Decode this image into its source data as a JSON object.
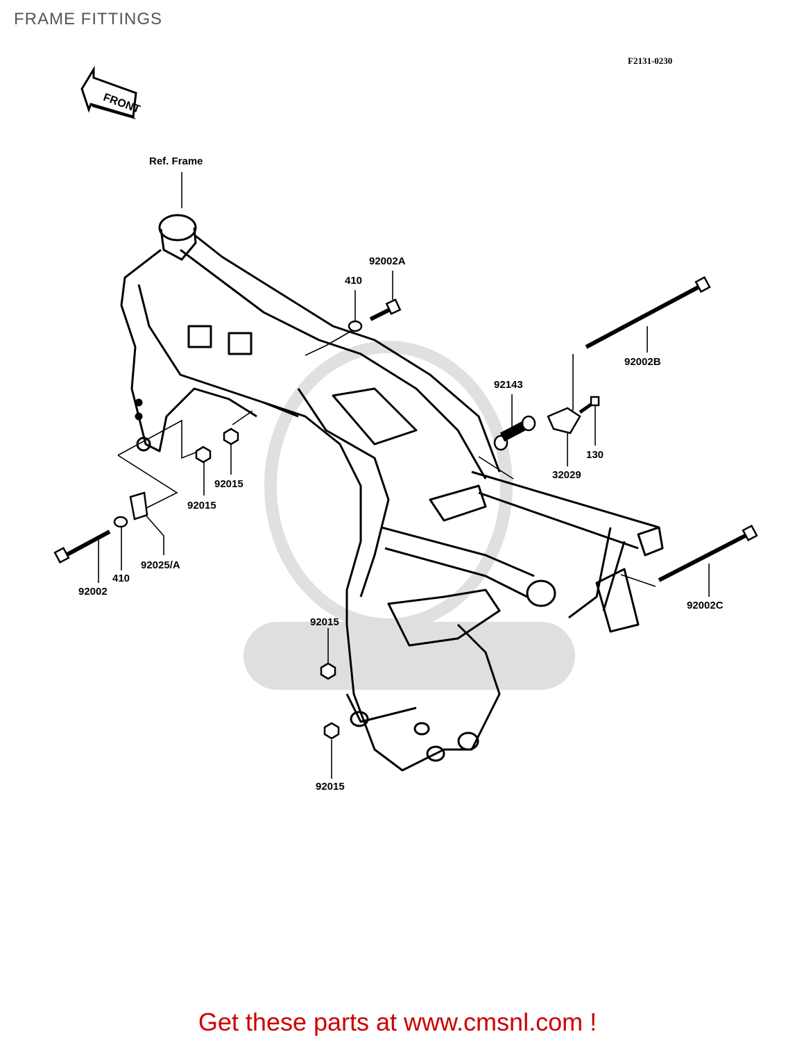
{
  "title": "FRAME FITTINGS",
  "diagram_code": "F2131-0230",
  "front_arrow_label": "FRONT",
  "labels": {
    "ref_frame": "Ref. Frame",
    "p92002A": "92002A",
    "p410_top": "410",
    "p92002B": "92002B",
    "p92143": "92143",
    "p130": "130",
    "p32029": "32029",
    "p92015_a": "92015",
    "p92015_b": "92015",
    "p92025A": "92025/A",
    "p410_left": "410",
    "p92002": "92002",
    "p92002C": "92002C",
    "p92015_c": "92015",
    "p92015_d": "92015"
  },
  "footer": "Get these parts at www.cmsnl.com !"
}
